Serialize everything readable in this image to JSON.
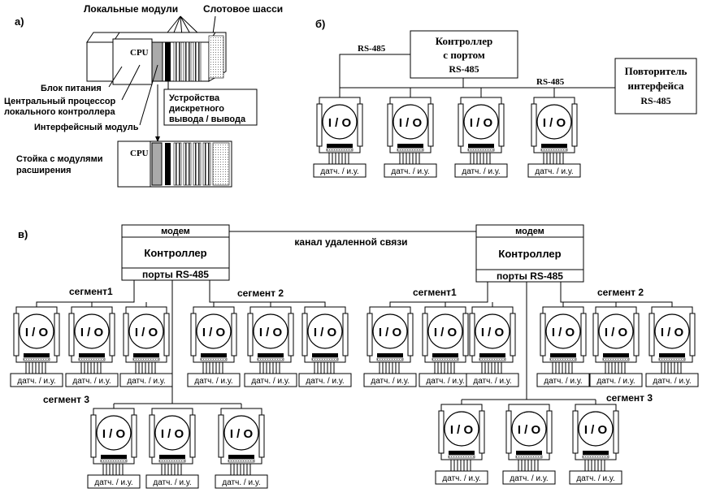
{
  "part_a": {
    "label": "а)",
    "local_modules": "Локальные модули",
    "slot_chassis": "Слотовое шасси",
    "cpu": "CPU",
    "power_block": "Блок питания",
    "central_cpu_1": "Центральный процессор",
    "central_cpu_2": "локального контроллера",
    "interface_module": "Интерфейсный модуль",
    "devices_1": "Устройства",
    "devices_2": "дискретного",
    "devices_3": "вывода / вывода",
    "rack_1": "Стойка с модулями",
    "rack_2": "расширения",
    "cpu2": "CPU"
  },
  "part_b": {
    "label": "б)",
    "controller_1": "Контроллер",
    "controller_2": "с портом",
    "controller_3": "RS-485",
    "rs485_left": "RS-485",
    "rs485_right": "RS-485",
    "repeater_1": "Повторитель",
    "repeater_2": "интерфейса",
    "repeater_3": "RS-485"
  },
  "part_c": {
    "label": "в)",
    "modem": "модем",
    "controller": "Контроллер",
    "ports": "порты RS-485",
    "remote_channel": "канал удаленной связи",
    "segment1": "сегмент1",
    "segment2": "сегмент 2",
    "segment3": "сегмент 3"
  },
  "io": {
    "label": "I / O",
    "sensor": "датч. / и.у."
  }
}
